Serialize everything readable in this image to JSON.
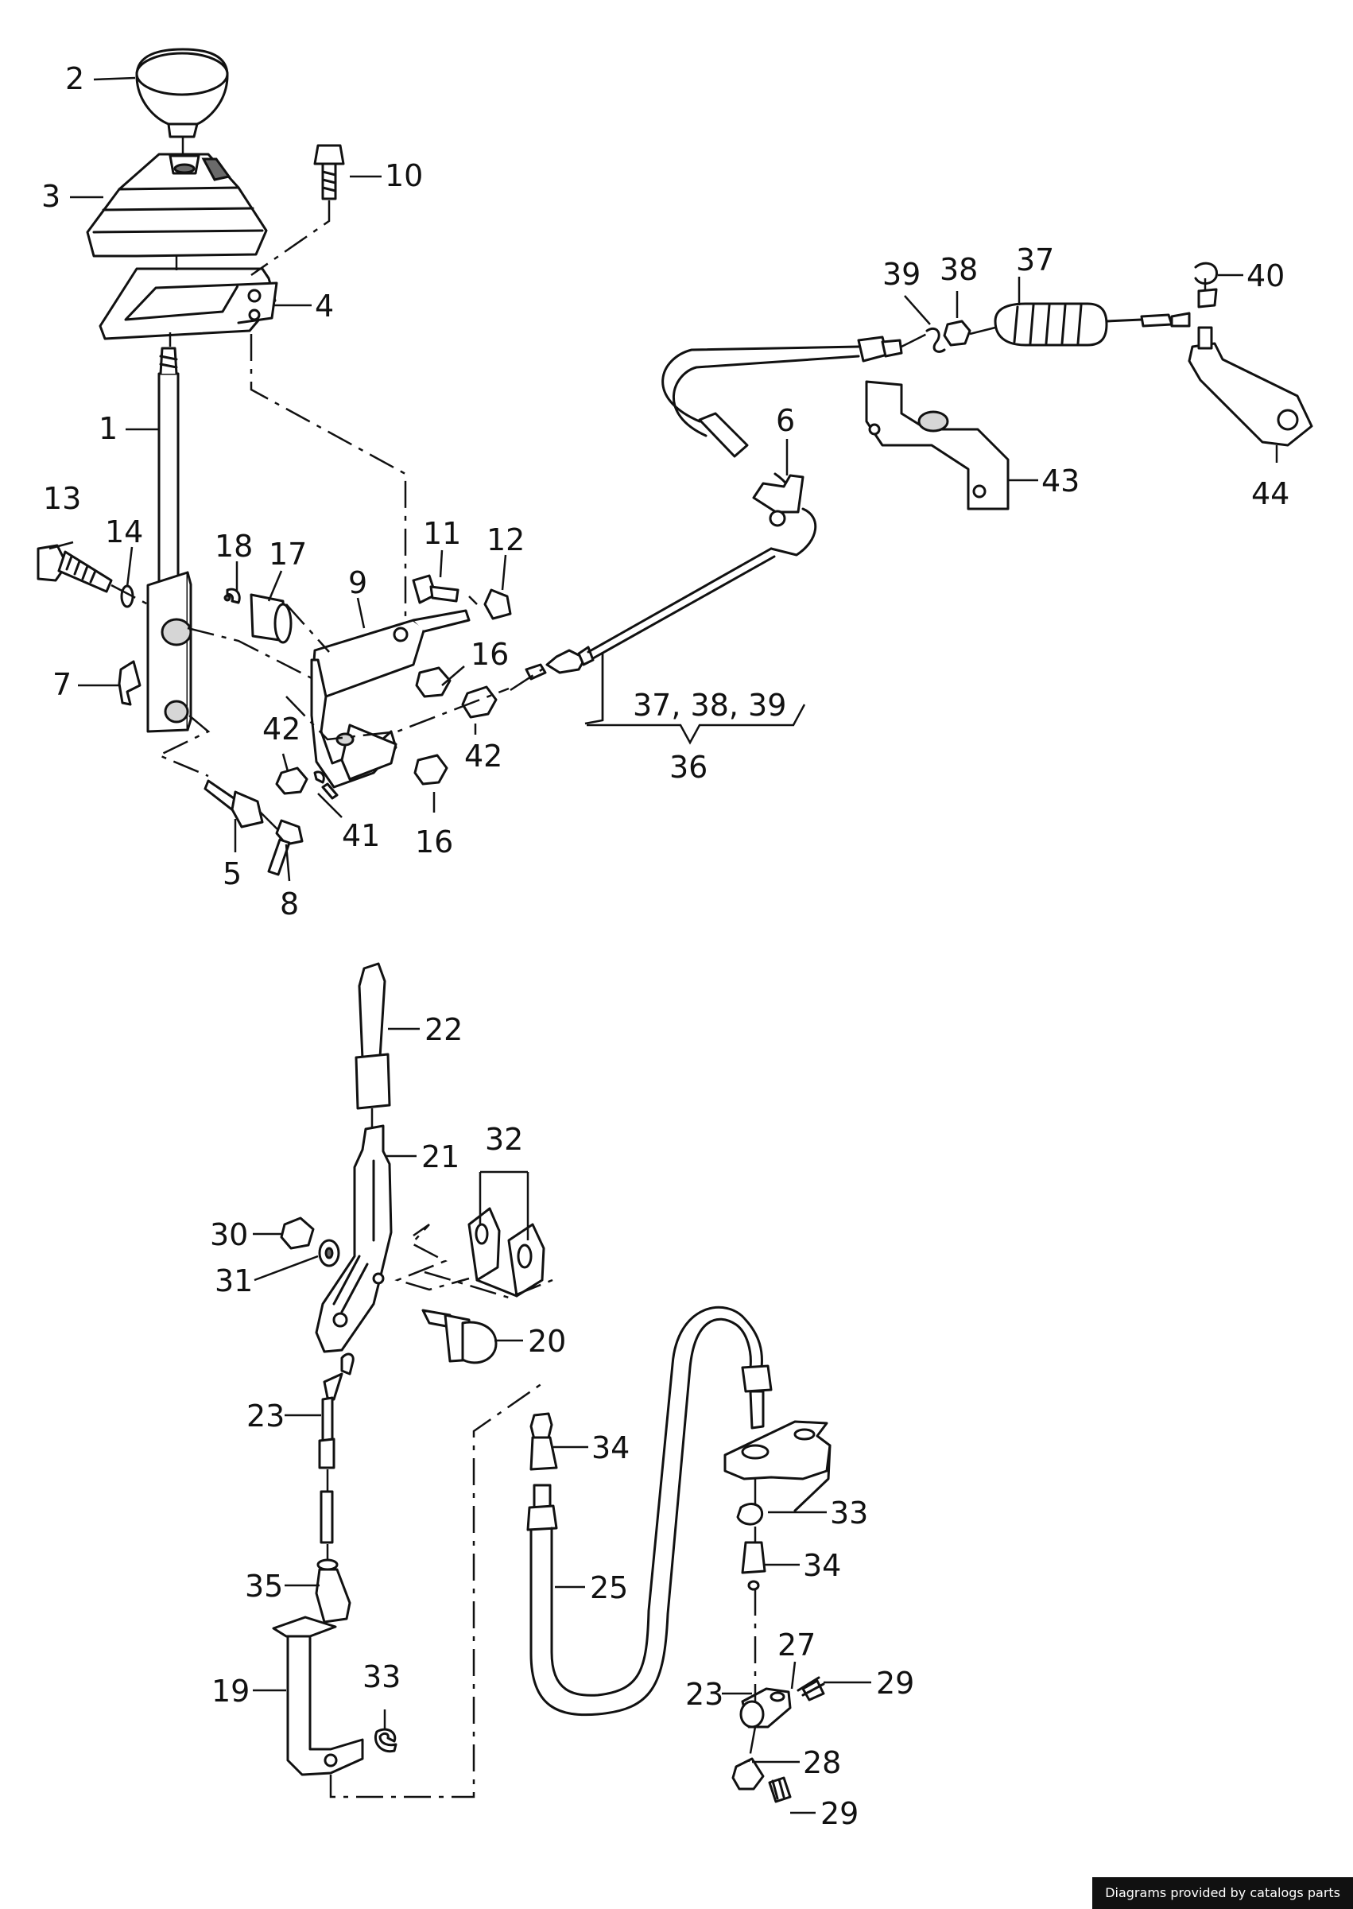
{
  "callouts": {
    "c1": "1",
    "c2": "2",
    "c3": "3",
    "c4": "4",
    "c5": "5",
    "c6": "6",
    "c7": "7",
    "c8": "8",
    "c9": "9",
    "c10": "10",
    "c11": "11",
    "c12": "12",
    "c13": "13",
    "c14": "14",
    "c16a": "16",
    "c16b": "16",
    "c17": "17",
    "c18": "18",
    "c19": "19",
    "c20": "20",
    "c21": "21",
    "c22": "22",
    "c23a": "23",
    "c23b": "23",
    "c25": "25",
    "c27": "27",
    "c28": "28",
    "c29a": "29",
    "c29b": "29",
    "c30": "30",
    "c31": "31",
    "c32": "32",
    "c33a": "33",
    "c33b": "33",
    "c34a": "34",
    "c34b": "34",
    "c35": "35",
    "c36": "36",
    "c37": "37",
    "c37group": "37, 38, 39",
    "c38": "38",
    "c39": "39",
    "c40": "40",
    "c41": "41",
    "c42a": "42",
    "c42b": "42",
    "c43": "43",
    "c44": "44"
  },
  "footer": {
    "credit": "Diagrams provided by catalogs parts"
  }
}
